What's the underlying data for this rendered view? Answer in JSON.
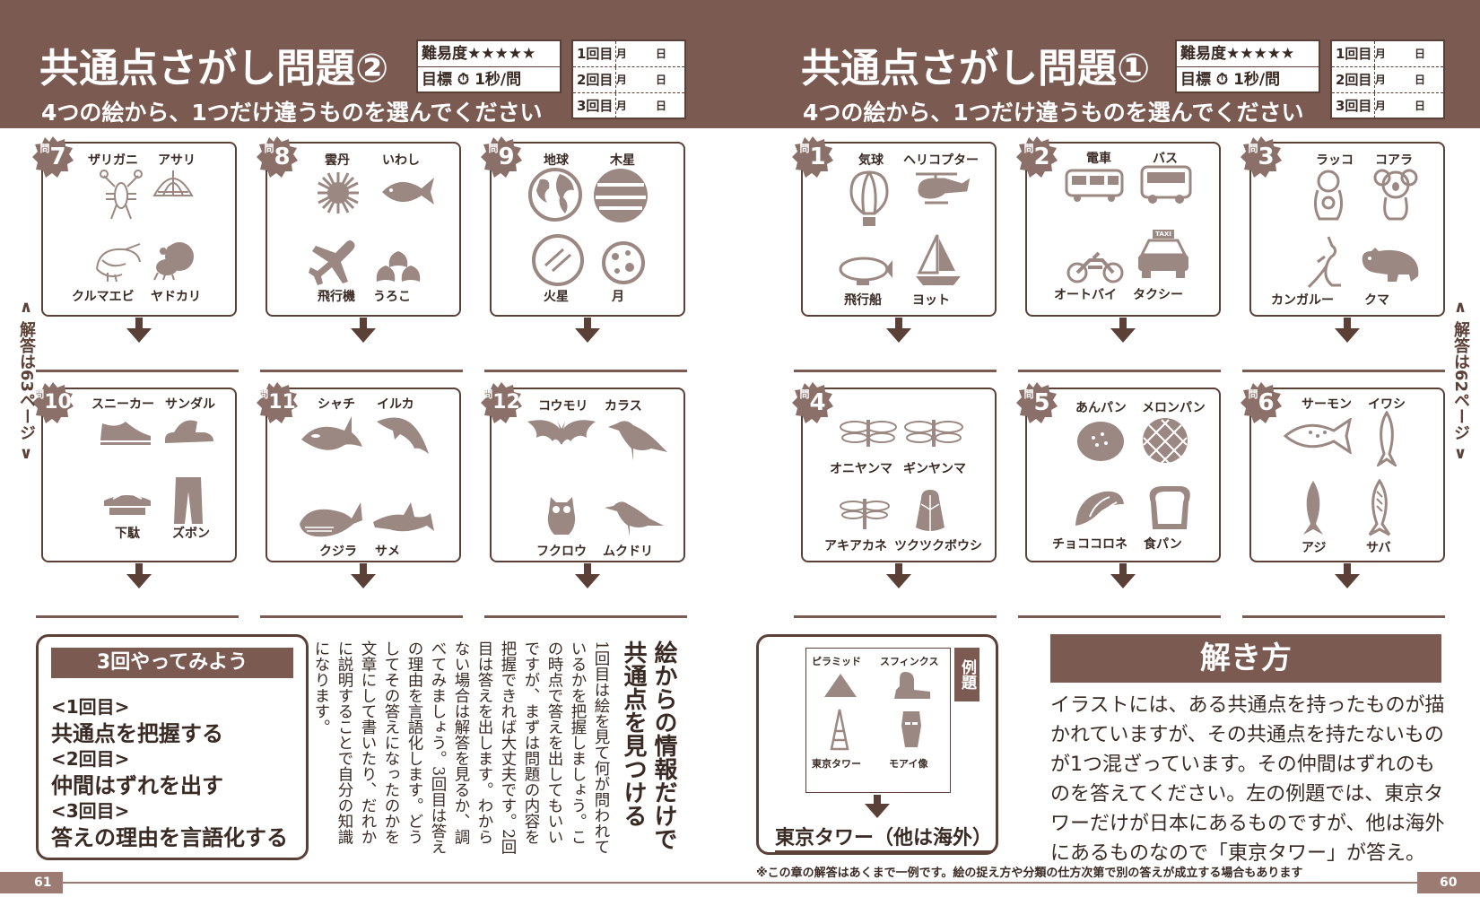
{
  "left": {
    "title": "共通点さがし問題②",
    "subtitle": "4つの絵から、1つだけ違うものを選んでください",
    "difficulty_label": "難易度★★★★★",
    "goal_label": "目標 ⏱ 1秒/問",
    "tries": [
      {
        "label": "1回目",
        "md": "月 日"
      },
      {
        "label": "2回目",
        "md": "月 日"
      },
      {
        "label": "3回目",
        "md": "月 日"
      }
    ],
    "side_note": "解答は63ページ",
    "page_number": "61",
    "problems": [
      {
        "q": "問",
        "num": "7",
        "labels": [
          "ザリガニ",
          "アサリ",
          "クルマエビ",
          "ヤドカリ"
        ],
        "icons": [
          "crayfish-icon",
          "clam-icon",
          "shrimp-icon",
          "hermit-crab-icon"
        ]
      },
      {
        "q": "問",
        "num": "8",
        "labels": [
          "雲丹",
          "いわし",
          "飛行機",
          "うろこ"
        ],
        "icons": [
          "sea-urchin-icon",
          "sardine-icon",
          "airplane-icon",
          "scales-icon"
        ]
      },
      {
        "q": "問",
        "num": "9",
        "labels": [
          "地球",
          "木星",
          "火星",
          "月"
        ],
        "icons": [
          "earth-icon",
          "jupiter-icon",
          "mars-icon",
          "moon-icon"
        ]
      },
      {
        "q": "問",
        "num": "10",
        "labels": [
          "スニーカー",
          "サンダル",
          "下駄",
          "ズボン"
        ],
        "icons": [
          "sneaker-icon",
          "sandal-icon",
          "geta-icon",
          "pants-icon"
        ]
      },
      {
        "q": "問",
        "num": "11",
        "labels": [
          "シャチ",
          "イルカ",
          "クジラ",
          "サメ"
        ],
        "icons": [
          "orca-icon",
          "dolphin-icon",
          "whale-icon",
          "shark-icon"
        ]
      },
      {
        "q": "問",
        "num": "12",
        "labels": [
          "コウモリ",
          "カラス",
          "フクロウ",
          "ムクドリ"
        ],
        "icons": [
          "bat-icon",
          "crow-icon",
          "owl-icon",
          "starling-icon"
        ]
      }
    ],
    "try3": {
      "heading": "3回やってみよう",
      "lines": [
        "<1回目>",
        "共通点を把握する",
        "<2回目>",
        "仲間はずれを出す",
        "<3回目>",
        "答えの理由を言語化する"
      ]
    },
    "column_title": "絵からの情報だけで共通点を見つける",
    "column_body": "1回目は絵を見て何が問われているかを把握しましょう。この時点で答えを出してもいいですが、まずは問題の内容を把握できれば大丈夫です。2回目は答えを出します。わからない場合は解答を見るか、調べてみましょう。3回目は答えの理由を言語化します。どうしてその答えになったのかを文章にして書いたり、だれかに説明することで自分の知識になります。"
  },
  "right": {
    "title": "共通点さがし問題①",
    "subtitle": "4つの絵から、1つだけ違うものを選んでください",
    "difficulty_label": "難易度★★★★★",
    "goal_label": "目標 ⏱ 1秒/問",
    "tries": [
      {
        "label": "1回目",
        "md": "月 日"
      },
      {
        "label": "2回目",
        "md": "月 日"
      },
      {
        "label": "3回目",
        "md": "月 日"
      }
    ],
    "side_note": "解答は62ページ",
    "page_number": "60",
    "problems": [
      {
        "q": "問",
        "num": "1",
        "labels": [
          "気球",
          "ヘリコプター",
          "飛行船",
          "ヨット"
        ],
        "icons": [
          "balloon-icon",
          "helicopter-icon",
          "airship-icon",
          "yacht-icon"
        ]
      },
      {
        "q": "問",
        "num": "2",
        "labels": [
          "電車",
          "バス",
          "オートバイ",
          "タクシー"
        ],
        "icons": [
          "train-icon",
          "bus-icon",
          "motorcycle-icon",
          "taxi-icon"
        ],
        "taxi_sign": "TAXI"
      },
      {
        "q": "問",
        "num": "3",
        "labels": [
          "ラッコ",
          "コアラ",
          "カンガルー",
          "クマ"
        ],
        "icons": [
          "sea-otter-icon",
          "koala-icon",
          "kangaroo-icon",
          "bear-icon"
        ]
      },
      {
        "q": "問",
        "num": "4",
        "labels": [
          "オニヤンマ",
          "ギンヤンマ",
          "アキアカネ",
          "ツクツクボウシ"
        ],
        "icons": [
          "dragonfly-icon",
          "dragonfly-icon",
          "red-dragonfly-icon",
          "cicada-icon"
        ]
      },
      {
        "q": "問",
        "num": "5",
        "labels": [
          "あんパン",
          "メロンパン",
          "チョココロネ",
          "食パン"
        ],
        "icons": [
          "anpan-icon",
          "melonpan-icon",
          "cornet-icon",
          "bread-icon"
        ]
      },
      {
        "q": "問",
        "num": "6",
        "labels": [
          "サーモン",
          "イワシ",
          "アジ",
          "サバ"
        ],
        "icons": [
          "salmon-icon",
          "sardine-icon",
          "horse-mackerel-icon",
          "mackerel-icon"
        ]
      }
    ],
    "example": {
      "tag": "例題",
      "labels": [
        "ピラミッド",
        "スフィンクス",
        "東京タワー",
        "モアイ像"
      ],
      "answer": "東京タワー（他は海外）"
    },
    "howto_heading": "解き方",
    "howto_text": "イラストには、ある共通点を持ったものが描かれていますが、その共通点を持たないものが1つ混ざっています。その仲間はずれのものを答えてください。左の例題では、東京タワーだけが日本にあるものですが、他は海外にあるものなので「東京タワー」が答え。",
    "note": "※この章の解答はあくまで一例です。絵の捉え方や分類の仕方次第で別の答えが成立する場合もあります"
  },
  "colors": {
    "brown": "#7b5a52",
    "dark": "#5a4036",
    "icon": "#9b8882",
    "badge": "#8a7068"
  }
}
